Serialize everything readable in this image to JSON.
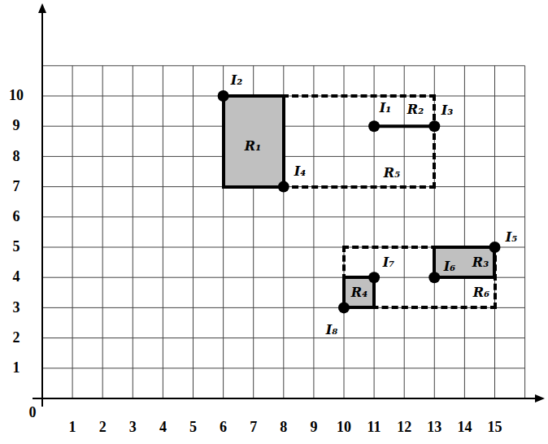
{
  "diagram": {
    "nodes": [
      {
        "text": [
          "R₁"
        ]
      },
      {
        "text": [
          "R₅"
        ]
      },
      {
        "text": [
          "R₆"
        ]
      },
      {
        "text": [
          "R₄"
        ],
        "in": 2
      },
      {
        "text": [
          "R₃"
        ],
        "in": 2
      }
    ],
    "labels": [
      "0",
      "1",
      "2",
      "3",
      "4",
      "5",
      "6",
      "7",
      "8",
      "9",
      "10",
      "1",
      "2",
      "3",
      "4",
      "5",
      "6",
      "7",
      "8",
      "9",
      "10",
      "11",
      "12",
      "13",
      "14",
      "15",
      "I₂",
      "I₁",
      "R₂",
      "I₃",
      "I₄",
      "I₅",
      "I₇",
      "I₆",
      "I₈"
    ]
  }
}
